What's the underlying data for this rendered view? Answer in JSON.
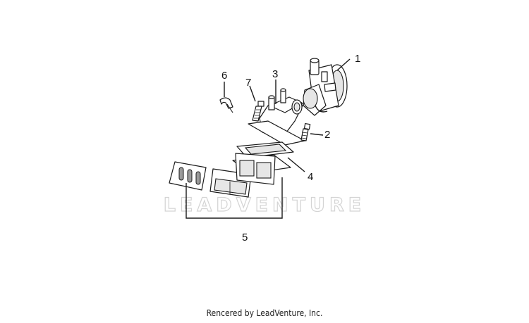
{
  "watermark": "LEADVENTURE",
  "footer": "Rencered by LeadVenture, Inc.",
  "callouts": {
    "c1": "1",
    "c2": "2",
    "c3": "3",
    "c4": "4",
    "c5": "5",
    "c6": "6",
    "c7": "7"
  }
}
